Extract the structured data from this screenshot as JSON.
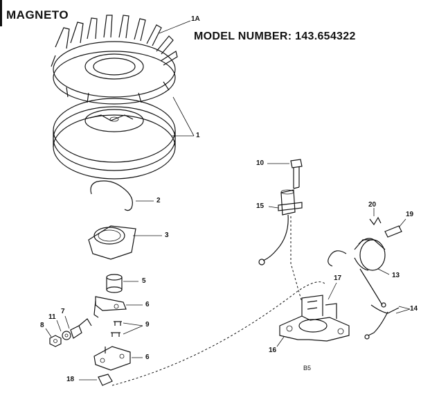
{
  "header": {
    "section_title": "MAGNETO",
    "model_number": "MODEL NUMBER:  143.654322"
  },
  "callouts": [
    {
      "id": "c1a",
      "label": "1A"
    },
    {
      "id": "c1",
      "label": "1"
    },
    {
      "id": "c2",
      "label": "2"
    },
    {
      "id": "c3",
      "label": "3"
    },
    {
      "id": "c5",
      "label": "5"
    },
    {
      "id": "c6a",
      "label": "6"
    },
    {
      "id": "c6b",
      "label": "6"
    },
    {
      "id": "c7",
      "label": "7"
    },
    {
      "id": "c8",
      "label": "8"
    },
    {
      "id": "c9",
      "label": "9"
    },
    {
      "id": "c10",
      "label": "10"
    },
    {
      "id": "c11",
      "label": "11"
    },
    {
      "id": "c13",
      "label": "13"
    },
    {
      "id": "c14",
      "label": "14"
    },
    {
      "id": "c15",
      "label": "15"
    },
    {
      "id": "c16",
      "label": "16"
    },
    {
      "id": "c17",
      "label": "17"
    },
    {
      "id": "c18",
      "label": "18"
    },
    {
      "id": "c19",
      "label": "19"
    },
    {
      "id": "c20",
      "label": "20"
    }
  ],
  "bottom_mark": "B5"
}
